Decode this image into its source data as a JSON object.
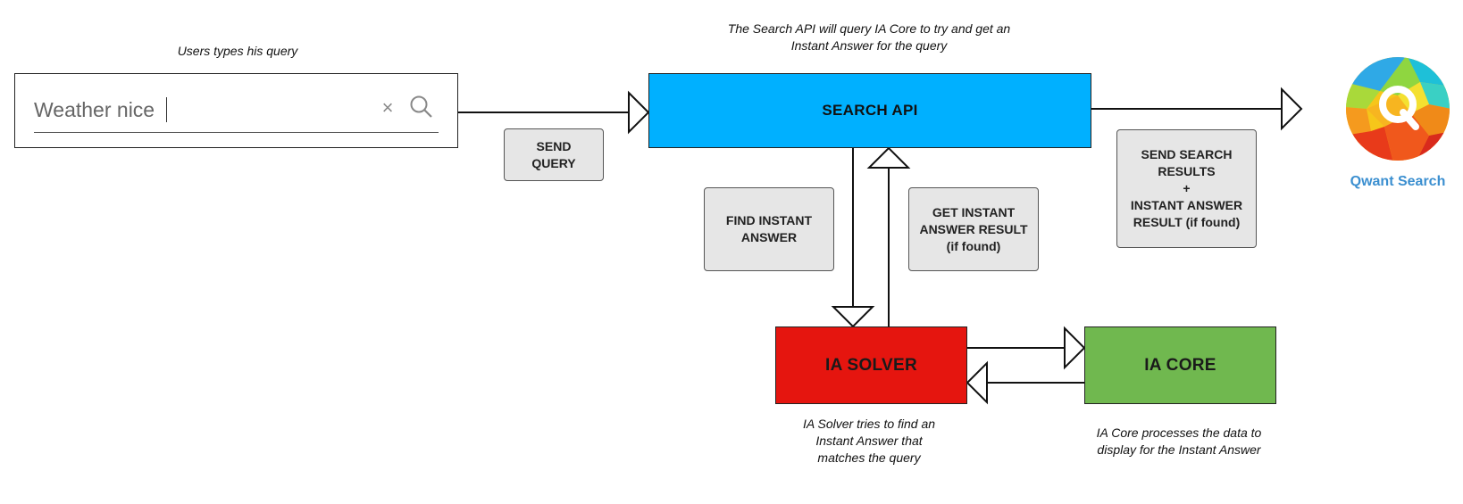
{
  "captions": {
    "user": "Users types his query",
    "search_api": [
      "The Search API will query IA Core to try and get an",
      "Instant Answer for the query"
    ],
    "ia_solver": [
      "IA Solver tries to find an",
      "Instant Answer that",
      "matches the query"
    ],
    "ia_core": [
      "IA Core processes the data to",
      "display for the Instant Answer"
    ]
  },
  "search_box": {
    "query": "Weather nice",
    "clear_symbol": "×",
    "search_icon": "magnifier-icon"
  },
  "blocks": {
    "search_api": "SEARCH API",
    "ia_solver": "IA SOLVER",
    "ia_core": "IA CORE"
  },
  "labels": {
    "send_query": [
      "SEND",
      "QUERY"
    ],
    "find_instant_answer": [
      "FIND INSTANT",
      "ANSWER"
    ],
    "get_instant_answer": [
      "GET INSTANT",
      "ANSWER RESULT",
      "(if found)"
    ],
    "send_results": [
      "SEND SEARCH",
      "RESULTS",
      "+",
      "INSTANT ANSWER",
      "RESULT (if found)"
    ]
  },
  "qwant": {
    "name": "Qwant Search",
    "logo_letter": "Q"
  },
  "colors": {
    "search_api": "#00b0ff",
    "ia_solver": "#e5150f",
    "ia_core": "#70b84f",
    "label_bg": "#e6e6e6",
    "qwant_text": "#3b8fd0"
  }
}
